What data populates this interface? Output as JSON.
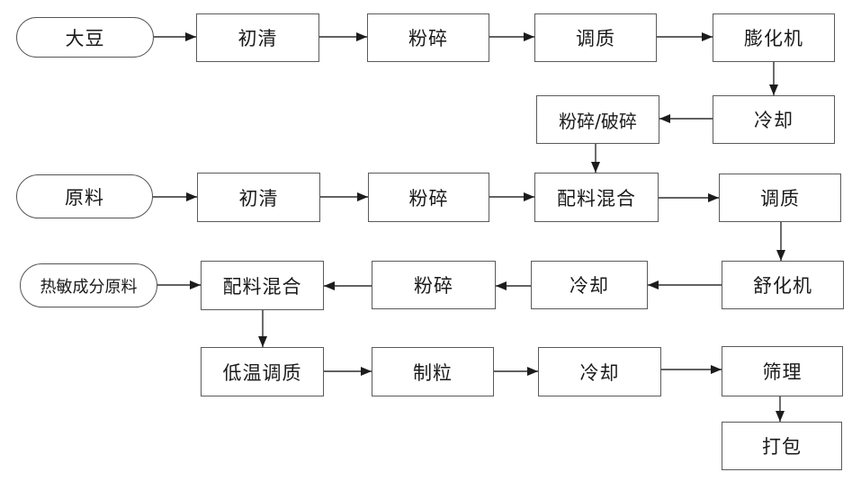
{
  "colors": {
    "background": "#ffffff",
    "box_border": "#5a5a5a",
    "arrow_line": "#2f2f2f",
    "arrowhead": "#1c1c1c",
    "text": "#1a1a1a"
  },
  "diagram": {
    "type": "flowchart",
    "language": "zh-CN",
    "nodes": [
      {
        "id": "soybean",
        "label": "大豆",
        "shape": "ellipse"
      },
      {
        "id": "precleaning-1",
        "label": "初清",
        "shape": "rect"
      },
      {
        "id": "crushing-1",
        "label": "粉碎",
        "shape": "rect"
      },
      {
        "id": "conditioning-1",
        "label": "调质",
        "shape": "rect"
      },
      {
        "id": "extruder",
        "label": "膨化机",
        "shape": "rect"
      },
      {
        "id": "cooling-1",
        "label": "冷却",
        "shape": "rect"
      },
      {
        "id": "crushing-breaking",
        "label": "粉碎/破碎",
        "shape": "rect"
      },
      {
        "id": "raw-material",
        "label": "原料",
        "shape": "ellipse"
      },
      {
        "id": "precleaning-2",
        "label": "初清",
        "shape": "rect"
      },
      {
        "id": "crushing-2",
        "label": "粉碎",
        "shape": "rect"
      },
      {
        "id": "batching-mixing-1",
        "label": "配料混合",
        "shape": "rect"
      },
      {
        "id": "conditioning-2",
        "label": "调质",
        "shape": "rect"
      },
      {
        "id": "shuhua-machine",
        "label": "舒化机",
        "shape": "rect"
      },
      {
        "id": "cooling-2",
        "label": "冷却",
        "shape": "rect"
      },
      {
        "id": "crushing-3",
        "label": "粉碎",
        "shape": "rect"
      },
      {
        "id": "batching-mixing-2",
        "label": "配料混合",
        "shape": "rect"
      },
      {
        "id": "heat-sensitive-material",
        "label": "热敏成分原料",
        "shape": "ellipse"
      },
      {
        "id": "low-temp-conditioning",
        "label": "低温调质",
        "shape": "rect"
      },
      {
        "id": "pelleting",
        "label": "制粒",
        "shape": "rect"
      },
      {
        "id": "cooling-3",
        "label": "冷却",
        "shape": "rect"
      },
      {
        "id": "sieving",
        "label": "筛理",
        "shape": "rect"
      },
      {
        "id": "packing",
        "label": "打包",
        "shape": "rect"
      }
    ],
    "edges": [
      {
        "from": "soybean",
        "to": "precleaning-1",
        "direction": "right"
      },
      {
        "from": "precleaning-1",
        "to": "crushing-1",
        "direction": "right"
      },
      {
        "from": "crushing-1",
        "to": "conditioning-1",
        "direction": "right"
      },
      {
        "from": "conditioning-1",
        "to": "extruder",
        "direction": "right"
      },
      {
        "from": "extruder",
        "to": "cooling-1",
        "direction": "down"
      },
      {
        "from": "cooling-1",
        "to": "crushing-breaking",
        "direction": "left"
      },
      {
        "from": "crushing-breaking",
        "to": "batching-mixing-1",
        "direction": "down"
      },
      {
        "from": "raw-material",
        "to": "precleaning-2",
        "direction": "right"
      },
      {
        "from": "precleaning-2",
        "to": "crushing-2",
        "direction": "right"
      },
      {
        "from": "crushing-2",
        "to": "batching-mixing-1",
        "direction": "right"
      },
      {
        "from": "batching-mixing-1",
        "to": "conditioning-2",
        "direction": "right"
      },
      {
        "from": "conditioning-2",
        "to": "shuhua-machine",
        "direction": "down"
      },
      {
        "from": "shuhua-machine",
        "to": "cooling-2",
        "direction": "left"
      },
      {
        "from": "cooling-2",
        "to": "crushing-3",
        "direction": "left"
      },
      {
        "from": "crushing-3",
        "to": "batching-mixing-2",
        "direction": "left"
      },
      {
        "from": "heat-sensitive-material",
        "to": "batching-mixing-2",
        "direction": "right"
      },
      {
        "from": "batching-mixing-2",
        "to": "low-temp-conditioning",
        "direction": "down"
      },
      {
        "from": "low-temp-conditioning",
        "to": "pelleting",
        "direction": "right"
      },
      {
        "from": "pelleting",
        "to": "cooling-3",
        "direction": "right"
      },
      {
        "from": "cooling-3",
        "to": "sieving",
        "direction": "right"
      },
      {
        "from": "sieving",
        "to": "packing",
        "direction": "down"
      }
    ]
  }
}
